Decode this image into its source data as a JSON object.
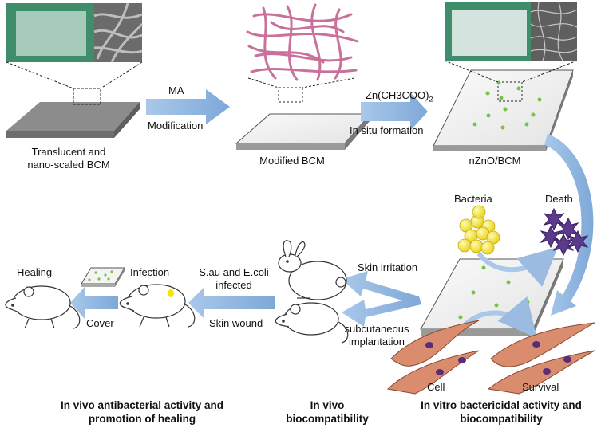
{
  "steps": {
    "step1": {
      "label_line1": "Translucent and",
      "label_line2": "nano-scaled BCM"
    },
    "step2": {
      "label": "Modified BCM"
    },
    "step3": {
      "label": "nZnO/BCM"
    }
  },
  "arrows": {
    "a1_top": "MA",
    "a1_bottom": "Modification",
    "a2_top_main": "Zn(CH3COO)",
    "a2_top_sub": "2",
    "a2_bottom": "In situ formation",
    "skin_irritation": "Skin irritation",
    "subcut_line1": "subcutaneous",
    "subcut_line2": "implantation",
    "infect_line1": "S.au and E.coli",
    "infect_line2": "infected",
    "skin_wound": "Skin wound",
    "cover": "Cover"
  },
  "labels": {
    "bacteria": "Bacteria",
    "death": "Death",
    "cell": "Cell",
    "survival": "Survival",
    "healing": "Healing",
    "infection": "Infection"
  },
  "footer": {
    "left_line1": "In vivo antibacterial activity and",
    "left_line2": "promotion of healing",
    "mid_line1": "In vivo",
    "mid_line2": "biocompatibility",
    "right_line1": "In vitro bactericidal activity and",
    "right_line2": "biocompatibility"
  },
  "colors": {
    "arrow": "#8fb4de",
    "fiber": "#c9719a",
    "zno_dot": "#79c24a",
    "bacteria": "#f2e43a",
    "dead_bacteria": "#5b3a8c",
    "cell": "#d98c6e",
    "nucleus": "#5a2d7a"
  }
}
